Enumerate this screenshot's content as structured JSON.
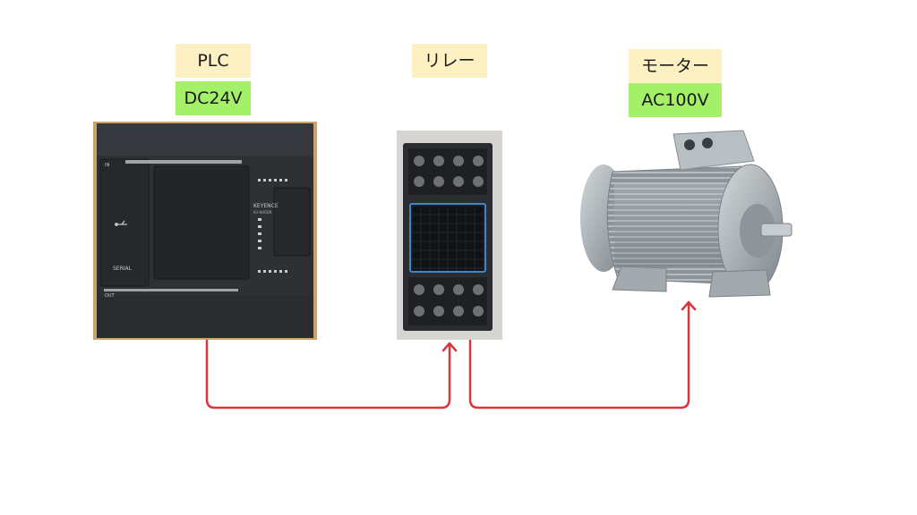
{
  "plc": {
    "title": "PLC",
    "voltage": "DC24V",
    "serial_label": "SERIAL",
    "brand": "KEYENCE",
    "model": "KV-N40DR",
    "in_label": "IN",
    "out_label": "OUT"
  },
  "relay": {
    "title": "リレー"
  },
  "motor": {
    "title": "モーター",
    "voltage": "AC100V"
  },
  "colors": {
    "label_cream": "#fdf0c2",
    "label_green": "#a4f068",
    "wire": "#d9363e",
    "plc_body": "#2e3033",
    "relay_body": "#2a2c30",
    "motor_body": "#9ba2a7"
  }
}
